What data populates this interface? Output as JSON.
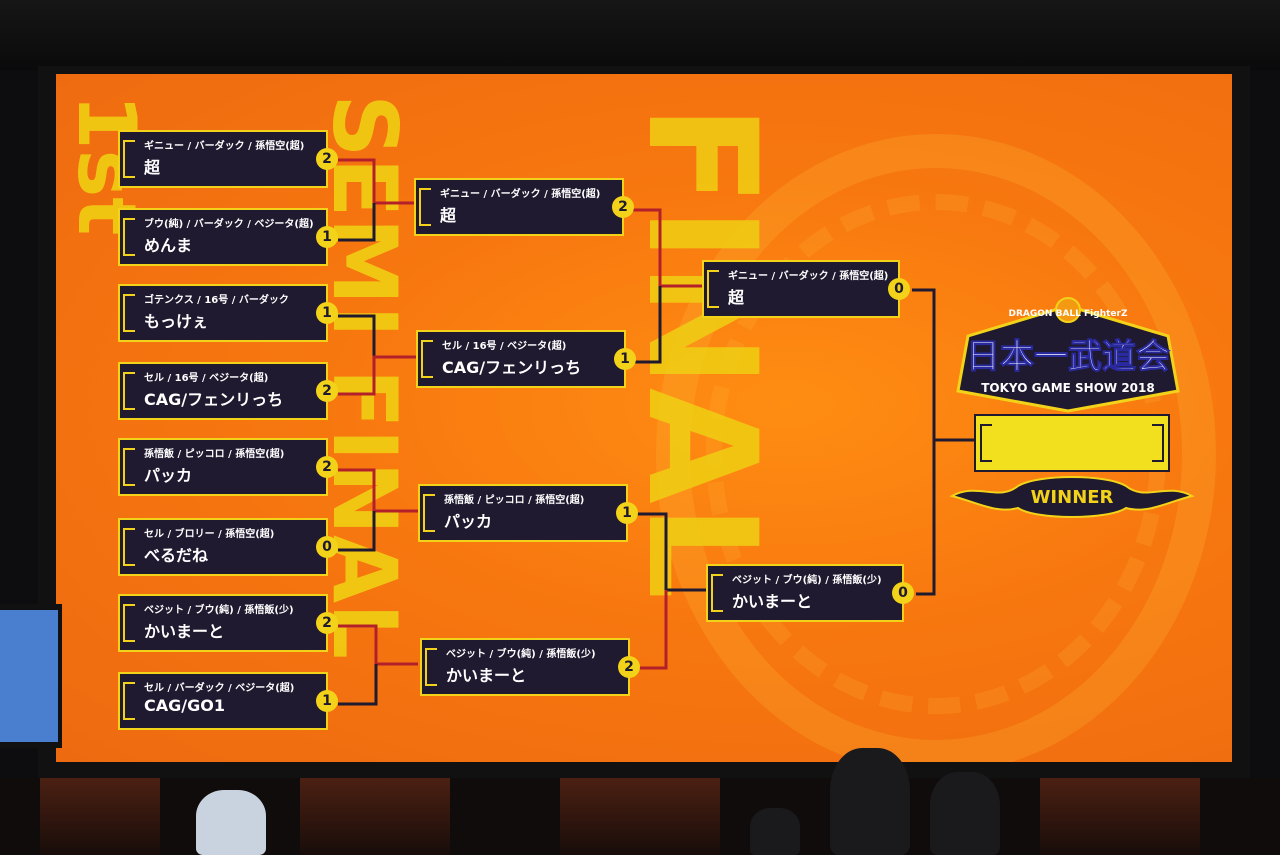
{
  "background_words": {
    "first": "1st",
    "semi": "SEMI FINAL",
    "final": "FINAL"
  },
  "bracket": {
    "round1": [
      {
        "chars": "ギニュー / バーダック / 孫悟空(超)",
        "player": "超",
        "score": "2"
      },
      {
        "chars": "ブウ(純) / バーダック / ベジータ(超)",
        "player": "めんま",
        "score": "1"
      },
      {
        "chars": "ゴテンクス / 16号 / バーダック",
        "player": "もっけぇ",
        "score": "1"
      },
      {
        "chars": "セル / 16号 / ベジータ(超)",
        "player": "CAG/フェンリっち",
        "score": "2"
      },
      {
        "chars": "孫悟飯 / ピッコロ / 孫悟空(超)",
        "player": "パッカ",
        "score": "2"
      },
      {
        "chars": "セル / ブロリー / 孫悟空(超)",
        "player": "べるだね",
        "score": "0"
      },
      {
        "chars": "ベジット / ブウ(純) / 孫悟飯(少)",
        "player": "かいまーと",
        "score": "2"
      },
      {
        "chars": "セル / バーダック / ベジータ(超)",
        "player": "CAG/GO1",
        "score": "1"
      }
    ],
    "semi": [
      {
        "chars": "ギニュー / バーダック / 孫悟空(超)",
        "player": "超",
        "score": "2"
      },
      {
        "chars": "セル / 16号 / ベジータ(超)",
        "player": "CAG/フェンリっち",
        "score": "1"
      },
      {
        "chars": "孫悟飯 / ピッコロ / 孫悟空(超)",
        "player": "パッカ",
        "score": "1"
      },
      {
        "chars": "ベジット / ブウ(純) / 孫悟飯(少)",
        "player": "かいまーと",
        "score": "2"
      }
    ],
    "final": [
      {
        "chars": "ギニュー / バーダック / 孫悟空(超)",
        "player": "超",
        "score": "0"
      },
      {
        "chars": "ベジット / ブウ(純) / 孫悟飯(少)",
        "player": "かいまーと",
        "score": "0"
      }
    ]
  },
  "logo": {
    "game": "DRAGON BALL FighterZ",
    "title": "日本一武道会",
    "subtitle": "TOKYO GAME SHOW 2018"
  },
  "winner": {
    "label": "WINNER",
    "name": ""
  },
  "colors": {
    "screen": "#f7770f",
    "box": "#1f1a2f",
    "border": "#f3d21a",
    "winner_line": "#b3202a"
  }
}
